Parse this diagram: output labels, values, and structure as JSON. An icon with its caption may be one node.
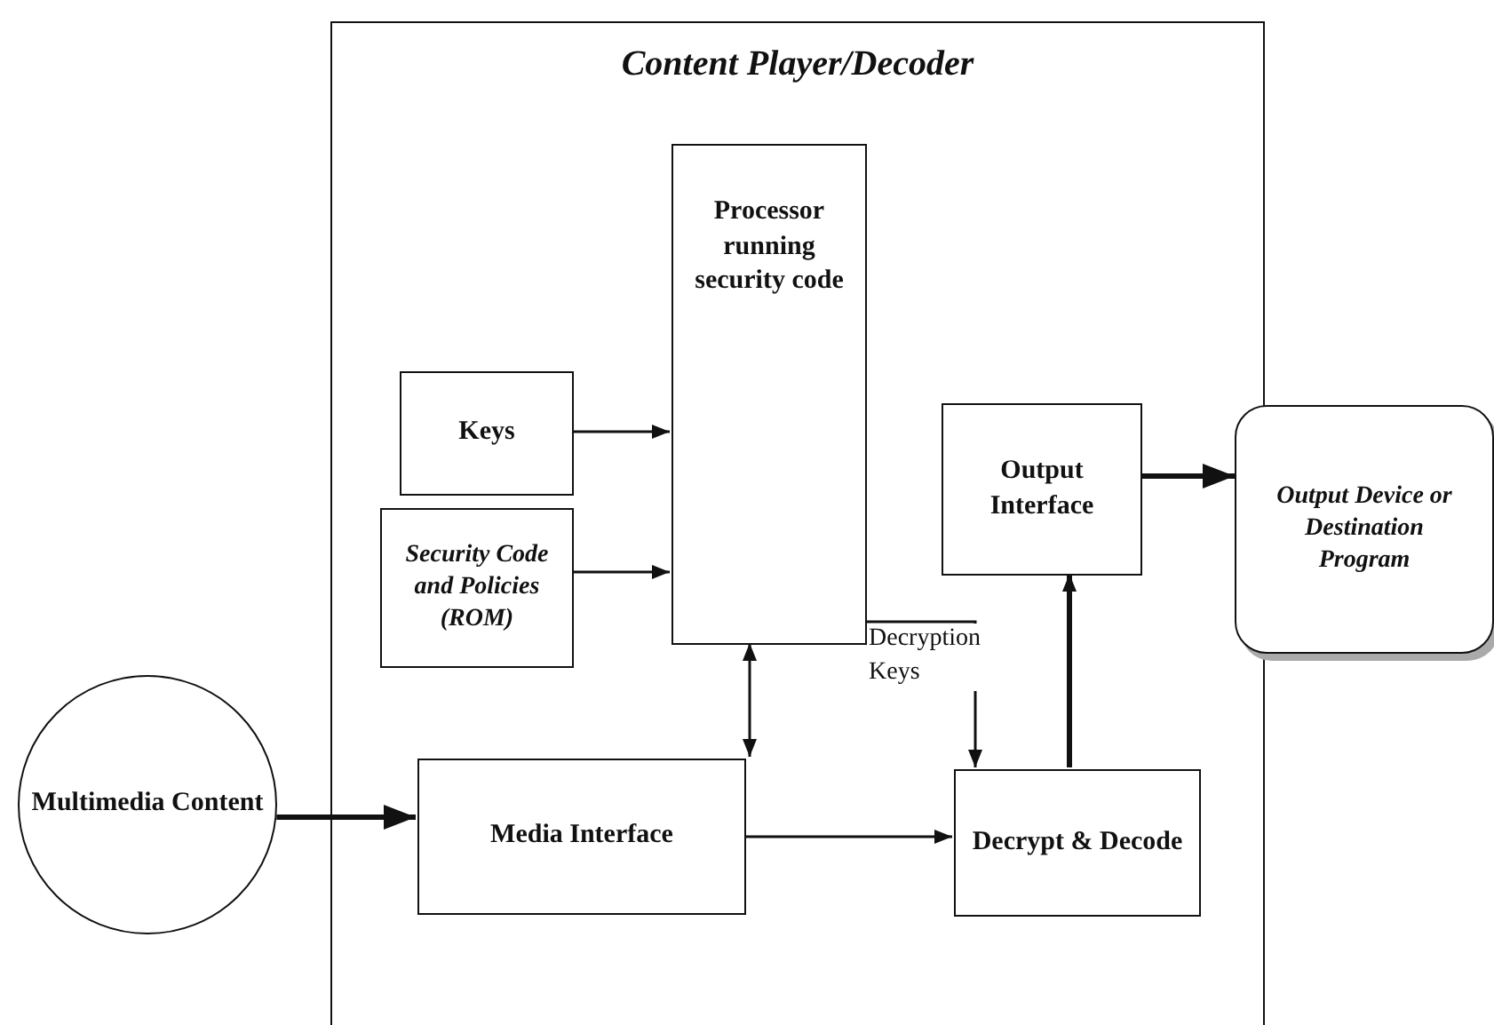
{
  "diagram": {
    "nodes": [
      {
        "text": [
          "Content Player/Decoder"
        ]
      },
      {
        "text": [
          "Keys"
        ],
        "in": 0
      },
      {
        "text": [
          "Security Code and Policies (ROM)"
        ],
        "in": 0
      },
      {
        "text": [
          "Processor running security code"
        ],
        "in": 0
      },
      {
        "text": [
          "Output Interface"
        ],
        "in": 0
      },
      {
        "text": [
          "Media Interface"
        ],
        "in": 0
      },
      {
        "text": [
          "Decrypt & Decode"
        ],
        "in": 0
      },
      {
        "text": [
          "Multimedia Content"
        ]
      },
      {
        "text": [
          "Output Device or Destination Program"
        ]
      }
    ],
    "edges": [
      {
        "from": 1,
        "to": 3,
        "arrow": "to"
      },
      {
        "from": 2,
        "to": 3,
        "arrow": "to"
      },
      {
        "from": 3,
        "to": 5,
        "arrow": "both"
      },
      {
        "from": 3,
        "to": 6,
        "arrow": "to",
        "label": "Decryption Keys"
      },
      {
        "from": 5,
        "to": 6,
        "arrow": "to"
      },
      {
        "from": 6,
        "to": 4,
        "arrow": "to",
        "style": "thick"
      },
      {
        "from": 4,
        "to": 8,
        "arrow": "to",
        "style": "thick"
      },
      {
        "from": 7,
        "to": 5,
        "arrow": "to",
        "style": "thick"
      }
    ]
  }
}
